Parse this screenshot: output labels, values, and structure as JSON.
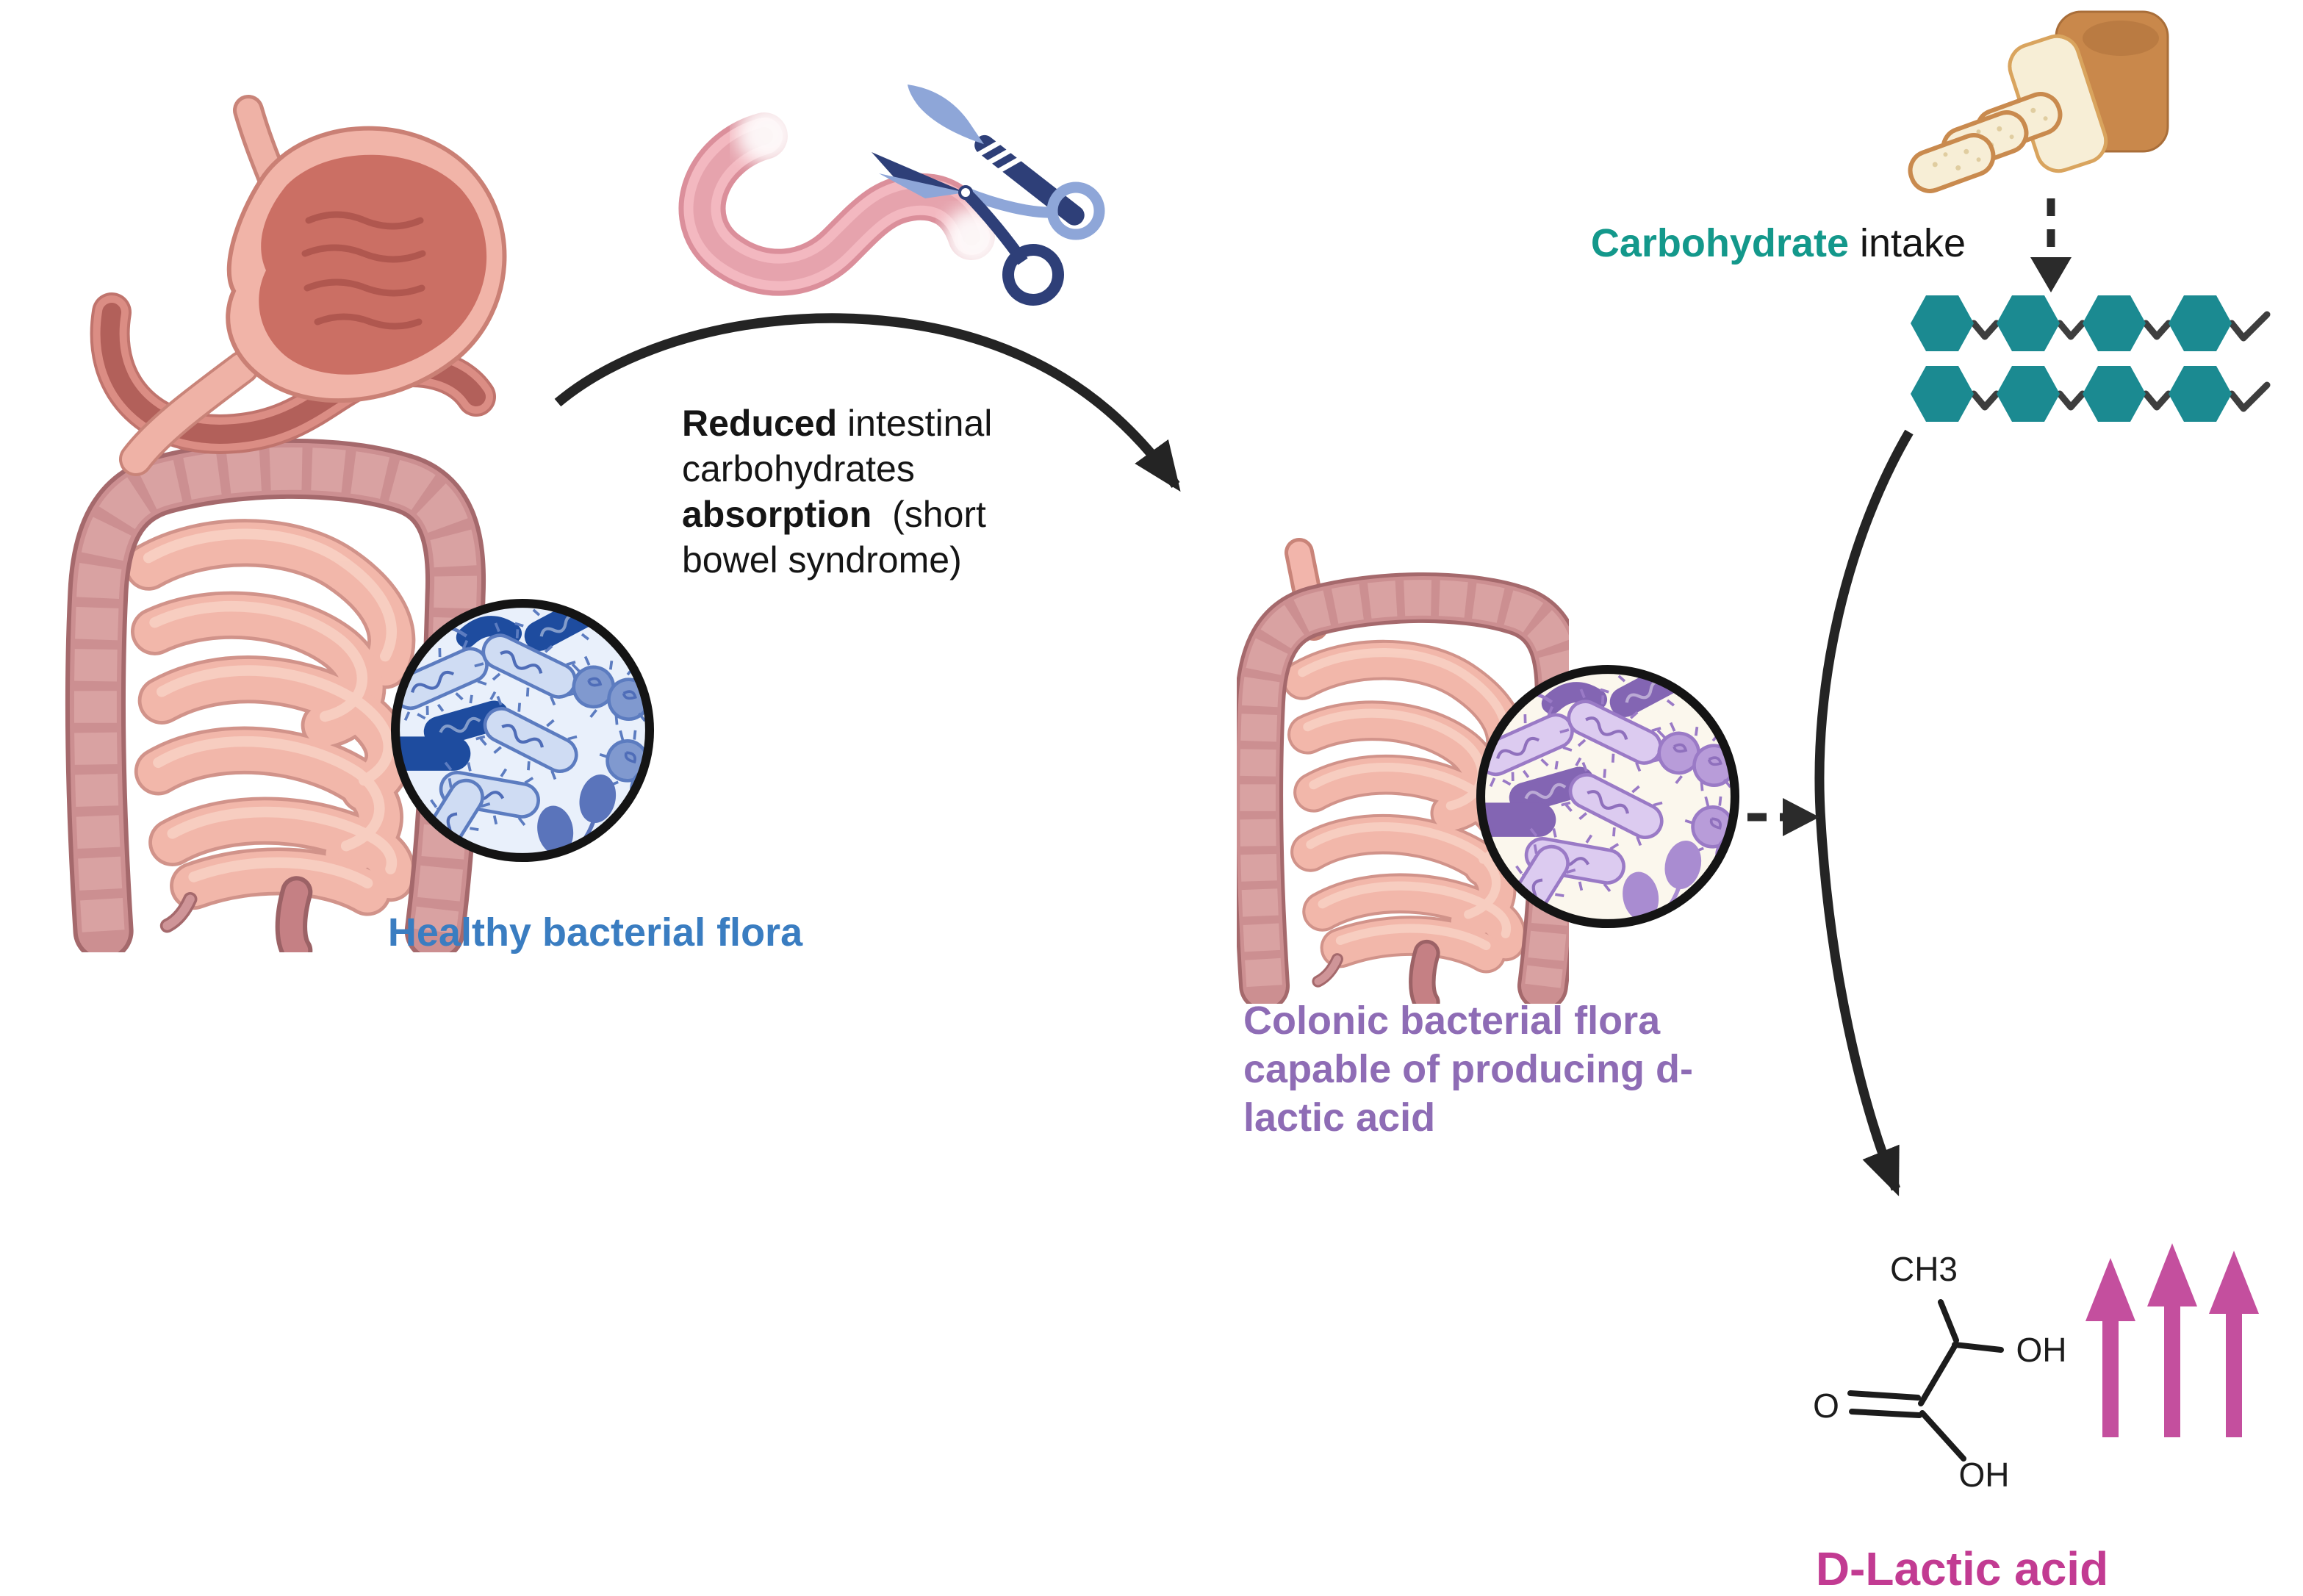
{
  "figure": {
    "healthy_label": "Healthy bacterial flora",
    "reduced_note": {
      "bold1": "Reduced",
      "rest1": " intestinal",
      "line2": "carbohydrates",
      "bold2": "absorption",
      "rest2": "  (short",
      "line3": "bowel syndrome)"
    },
    "colonic_label": {
      "line1": "Colonic bacterial flora",
      "line2": "capable of producing d-",
      "line3": "lactic acid"
    },
    "carb_label": {
      "highlight": "Carbohydrate",
      "rest": " intake"
    },
    "dlactic_label": "D-Lactic acid",
    "chemical": {
      "ch3": "CH3",
      "oh_right": "OH",
      "o_left": "O",
      "oh_bottom": "OH"
    }
  },
  "icons": {
    "gi-tract-icon": "stomach with large and small intestine",
    "resected-intestine-icon": "cut small intestine segment",
    "scissors-icon": "surgical scissors",
    "scalpel-icon": "surgical scalpel",
    "healthy-flora-magnifier-icon": "circle of blue bacteria",
    "colonic-flora-magnifier-icon": "circle of purple bacteria",
    "bread-icon": "sliced bread loaf",
    "polysaccharide-chain-icon": "two rows of four teal hexagons",
    "curved-arrow-icon": "black arc arrow to resected intestine",
    "fermentation-arrow-icon": "curved arrow from sugars to d-lactic acid",
    "dashed-down-arrow-icon": "dashed arrow from bread to sugars",
    "dashed-right-arrow-icon": "dashed arrow from flora to pathway",
    "increase-arrows-icon": "three magenta up arrows",
    "lactic-acid-structure-icon": "skeletal formula of lactic acid"
  },
  "colors": {
    "blue": "#3a7dc1",
    "purple": "#8e6cb5",
    "teal": "#13988b",
    "magenta": "#c23b92",
    "magenta_arrow": "#c44f9e",
    "hexagon_teal": "#1b8a91",
    "bacteria_blue": "#1e4c9f",
    "bacteria_purple": "#8365b3",
    "intestine_pink": "#cc8f91",
    "bread_crust": "#c9884b"
  }
}
